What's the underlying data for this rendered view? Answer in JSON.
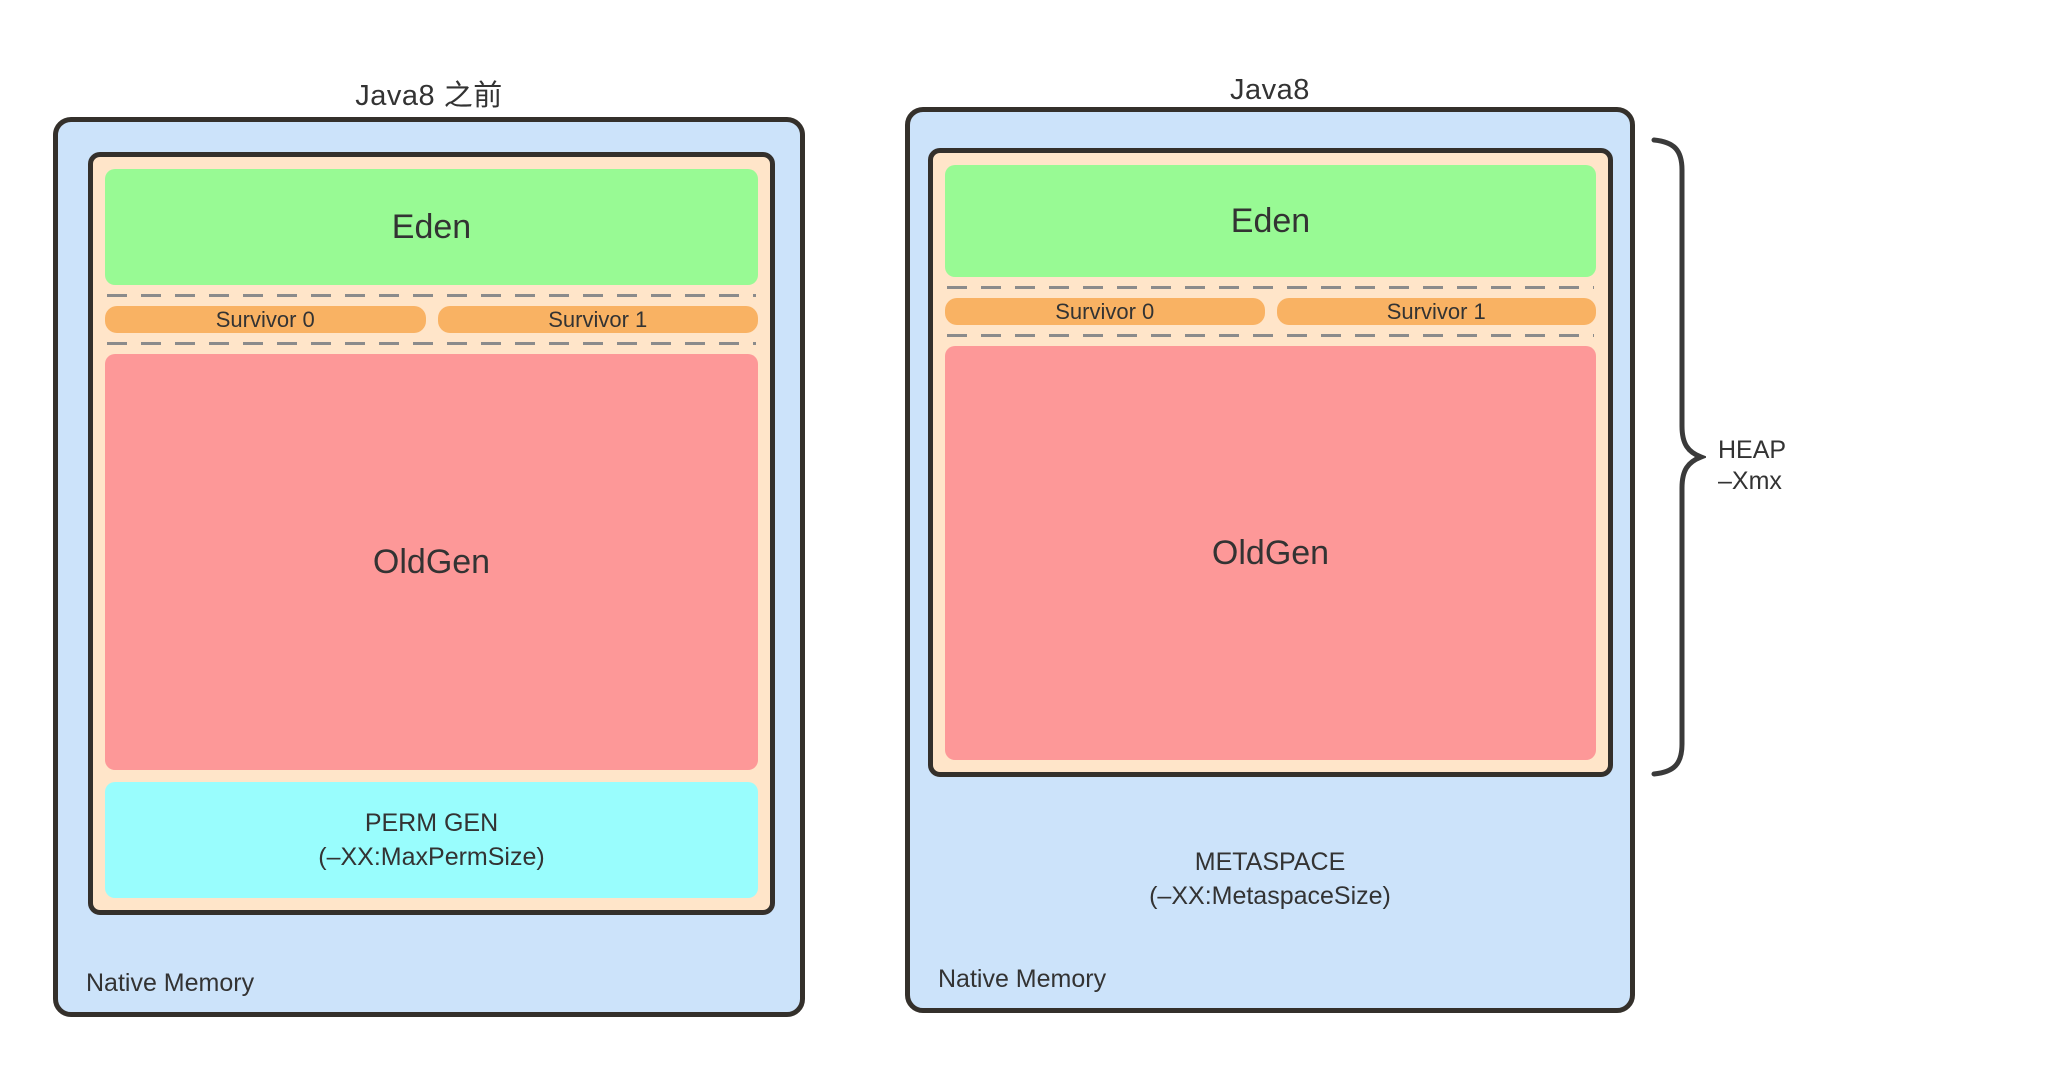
{
  "colors": {
    "page_bg": "#ffffff",
    "outer_fill": "#cce3fa",
    "border": "#34302b",
    "inner_fill": "#ffe5c9",
    "eden_fill": "#98fa94",
    "survivor_fill": "#f9b263",
    "oldgen_fill": "#fd9898",
    "permgen_fill": "#99fdfd",
    "dash_color": "#8b8b8b",
    "text_color": "#333333"
  },
  "diagrams": [
    {
      "title": "Java8 之前",
      "native_label": "Native Memory",
      "regions": {
        "eden": "Eden",
        "survivor0": "Survivor 0",
        "survivor1": "Survivor 1",
        "oldgen": "OldGen",
        "perm_line1": "PERM GEN",
        "perm_line2": "(–XX:MaxPermSize)"
      }
    },
    {
      "title": "Java8",
      "native_label": "Native Memory",
      "regions": {
        "eden": "Eden",
        "survivor0": "Survivor 0",
        "survivor1": "Survivor 1",
        "oldgen": "OldGen",
        "metaspace_line1": "METASPACE",
        "metaspace_line2": "(–XX:MetaspaceSize)"
      },
      "brace": {
        "line1": "HEAP",
        "line2": "–Xmx"
      }
    }
  ]
}
